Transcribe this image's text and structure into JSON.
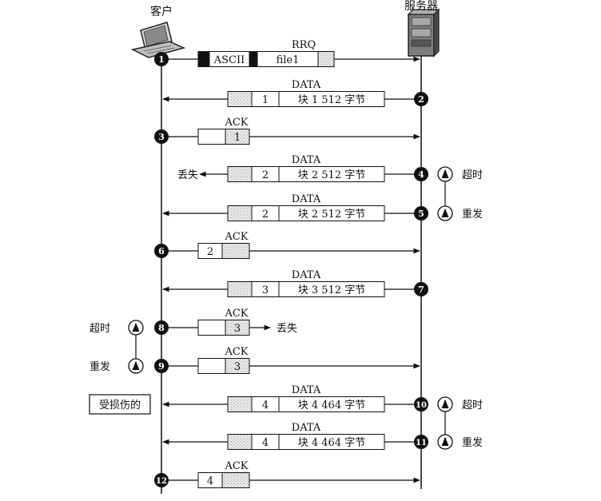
{
  "actors": {
    "client": {
      "label": "客户",
      "icon": "laptop-icon"
    },
    "server": {
      "label": "服务器",
      "icon": "server-tower-icon"
    }
  },
  "steps": [
    {
      "n": "1",
      "dir": "to-server",
      "label": "RRQ",
      "fields": [
        "",
        "ASCII",
        "",
        "file1",
        ""
      ]
    },
    {
      "n": "2",
      "dir": "to-client",
      "label": "DATA",
      "fields": [
        "",
        "1",
        "块 1  512 字节"
      ]
    },
    {
      "n": "3",
      "dir": "to-server",
      "label": "ACK",
      "fields": [
        "",
        "1",
        ""
      ]
    },
    {
      "n": "4",
      "dir": "to-client",
      "label": "DATA",
      "fields": [
        "",
        "2",
        "块 2  512 字节"
      ],
      "lost": "丢失",
      "server_timer": "超时"
    },
    {
      "n": "5",
      "dir": "to-client",
      "label": "DATA",
      "fields": [
        "",
        "2",
        "块 2  512 字节"
      ],
      "server_timer": "重发"
    },
    {
      "n": "6",
      "dir": "to-server",
      "label": "ACK",
      "fields": [
        "2",
        ""
      ]
    },
    {
      "n": "7",
      "dir": "to-client",
      "label": "DATA",
      "fields": [
        "",
        "3",
        "块 3  512 字节"
      ]
    },
    {
      "n": "8",
      "dir": "to-server",
      "label": "ACK",
      "fields": [
        "",
        "3",
        ""
      ],
      "lost": "丢失",
      "client_timer": "超时"
    },
    {
      "n": "9",
      "dir": "to-server",
      "label": "ACK",
      "fields": [
        "",
        "3",
        ""
      ],
      "client_timer": "重发"
    },
    {
      "n": "10",
      "dir": "to-client",
      "label": "DATA",
      "fields": [
        "",
        "4",
        "块 4  464 字节"
      ],
      "server_timer": "超时",
      "client_note": "受损伤的"
    },
    {
      "n": "11",
      "dir": "to-client",
      "label": "DATA",
      "fields": [
        "",
        "4",
        "块 4  464 字节"
      ],
      "server_timer": "重发"
    },
    {
      "n": "12",
      "dir": "to-server",
      "label": "ACK",
      "fields": [
        "4",
        ""
      ]
    }
  ]
}
